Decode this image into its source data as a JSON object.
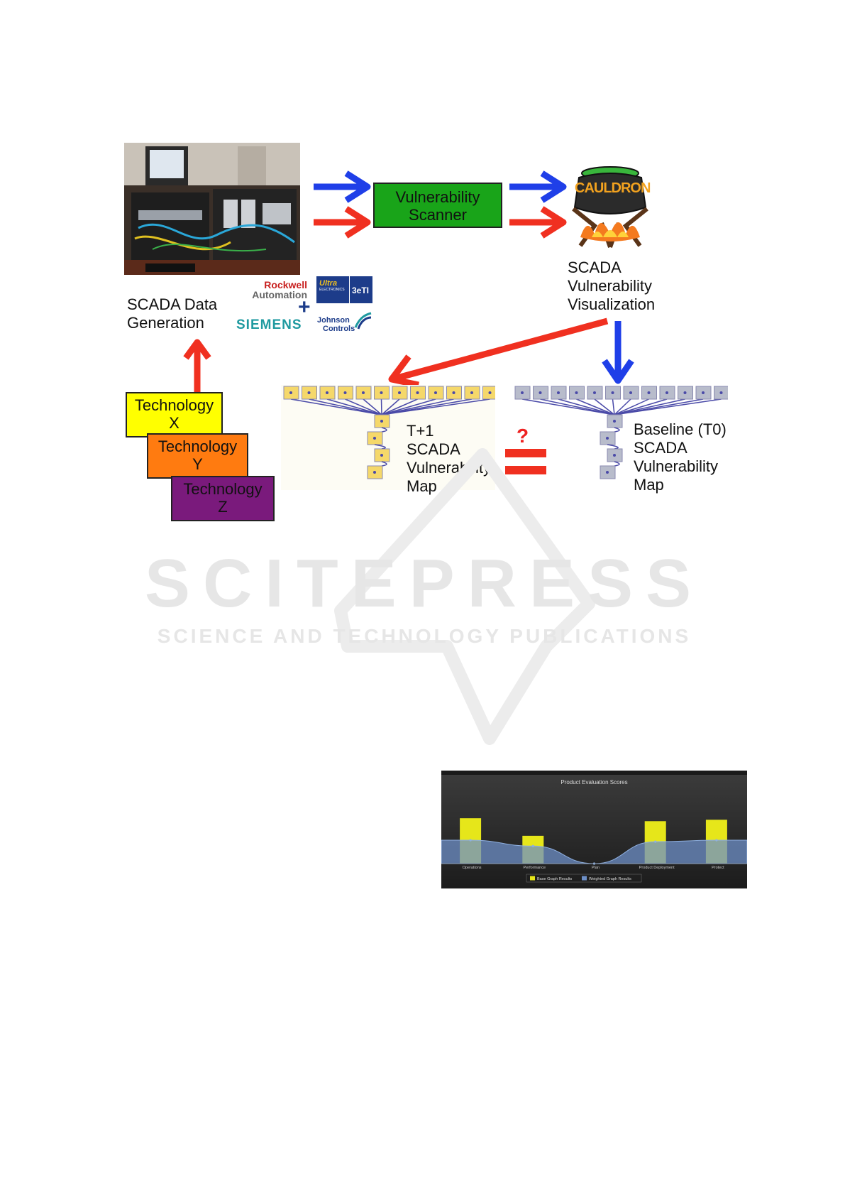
{
  "source": {
    "label_line1": "SCADA Data",
    "label_line2": "Generation"
  },
  "vendors": {
    "rockwell_line1": "Rockwell",
    "rockwell_line2": "Automation",
    "ultra_line1": "Ultra",
    "ultra_line2": "ELECTRONICS",
    "threeeti": "3eTI",
    "siemens": "SIEMENS",
    "johnson_line1": "Johnson",
    "johnson_line2": "Controls",
    "plus": "+"
  },
  "scanner": {
    "line1": "Vulnerability",
    "line2": "Scanner"
  },
  "cauldron": {
    "logo_text": "CAULDRON",
    "label_line1": "SCADA",
    "label_line2": "Vulnerability",
    "label_line3": "Visualization"
  },
  "technologies": [
    {
      "line1": "Technology",
      "line2": "X",
      "color": "#ffff00"
    },
    {
      "line1": "Technology",
      "line2": "Y",
      "color": "#ff7b10"
    },
    {
      "line1": "Technology",
      "line2": "Z",
      "color": "#7a1a7c"
    }
  ],
  "maps": {
    "t1_line1": "T+1",
    "t1_line2": "SCADA",
    "t1_line3": "Vulnerability",
    "t1_line4": "Map",
    "base_line1": "Baseline (T0)",
    "base_line2": "SCADA",
    "base_line3": "Vulnerability",
    "base_line4": "Map",
    "compare_symbol": "?"
  },
  "watermark": {
    "title": "SCITEPRESS",
    "subtitle": "SCIENCE AND TECHNOLOGY PUBLICATIONS"
  },
  "colors": {
    "blue_arrow": "#1f3fe8",
    "red_arrow": "#f03020",
    "scanner_green": "#19a419",
    "map_yellow": "#f5d86a",
    "map_gray": "#b8bccb",
    "chart_bg": "#2c2c2c"
  },
  "chart_data": {
    "type": "bar",
    "title": "Product Evaluation Scores",
    "categories": [
      "Operations",
      "Performance",
      "Plan",
      "Product Deployment",
      "Protect"
    ],
    "series": [
      {
        "name": "Base Graph Results",
        "type": "bar",
        "color": "#e6e61a",
        "values": [
          0.62,
          0.38,
          0.0,
          0.58,
          0.6
        ]
      },
      {
        "name": "Weighted Graph Results",
        "type": "area",
        "color": "#6d8fc7",
        "values": [
          0.32,
          0.24,
          0.0,
          0.3,
          0.32
        ]
      }
    ],
    "ylim": [
      0,
      1
    ],
    "grid": false,
    "legend": "bottom"
  }
}
